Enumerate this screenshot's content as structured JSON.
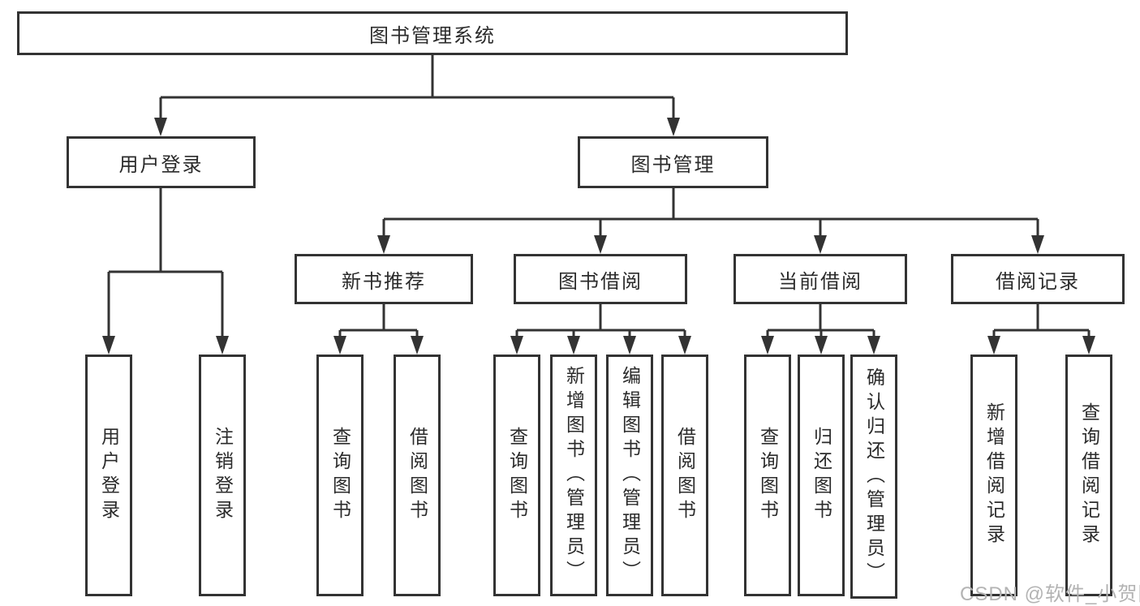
{
  "tree": {
    "root": "图书管理系统",
    "children": [
      {
        "label": "用户登录",
        "children": [
          "用户登录",
          "注销登录"
        ]
      },
      {
        "label": "图书管理",
        "children": [
          {
            "label": "新书推荐",
            "children": [
              "查询图书",
              "借阅图书"
            ]
          },
          {
            "label": "图书借阅",
            "children": [
              "查询图书",
              "新增图书（管理员）",
              "编辑图书（管理员）",
              "借阅图书"
            ]
          },
          {
            "label": "当前借阅",
            "children": [
              "查询图书",
              "归还图书",
              "确认归还（管理员）"
            ]
          },
          {
            "label": "借阅记录",
            "children": [
              "新增借阅记录",
              "查询借阅记录"
            ]
          }
        ]
      }
    ]
  },
  "watermark": {
    "text": "CSDN @软件_小贺同学"
  },
  "colors": {
    "line": "#333333",
    "node_border": "#333333",
    "node_background": "#ffffff",
    "text": "#2b2b2b",
    "watermark_text": "#b3b3b3"
  }
}
